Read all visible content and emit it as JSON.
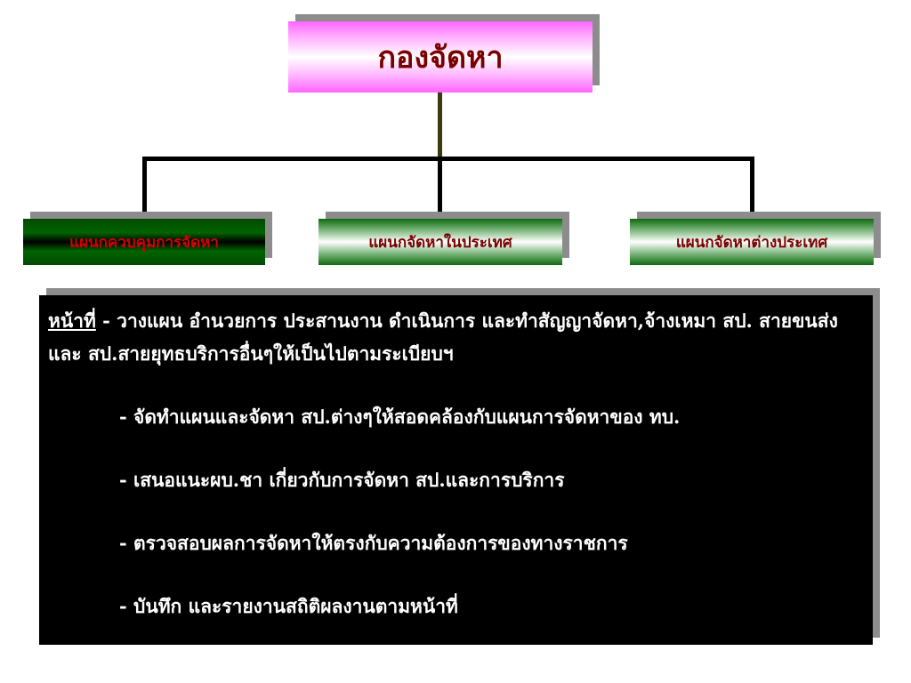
{
  "top": {
    "title": "กองจัดหา"
  },
  "divisions": [
    {
      "label": "แผนกควบคุมการจัดหา"
    },
    {
      "label": "แผนกจัดหาในประเทศ"
    },
    {
      "label": "แผนกจัดหาต่างประเทศ"
    }
  ],
  "duties": {
    "lead": "หน้าที่",
    "intro": " - วางแผน อำนวยการ ประสานงาน ดำเนินการ และทำสัญญาจัดหา,จ้างเหมา สป. สายขนส่ง และ สป.สายยุทธบริการอื่นๆให้เป็นไปตามระเบียบฯ",
    "items": [
      "- จัดทำแผนและจัดหา สป.ต่างๆให้สอดคล้องกับแผนการจัดหาของ ทบ.",
      "- เสนอแนะผบ.ชา เกี่ยวกับการจัดหา สป.และการบริการ",
      "- ตรวจสอบผลการจัดหาให้ตรงกับความต้องการของทางราชการ",
      "- บันทึก และรายงานสถิติผลงานตามหน้าที่"
    ]
  },
  "colors": {
    "top_box": "#ff66ff",
    "division_box": "#0f6a0f",
    "text_dark_red": "#7a0000",
    "panel_bg": "#000000"
  }
}
